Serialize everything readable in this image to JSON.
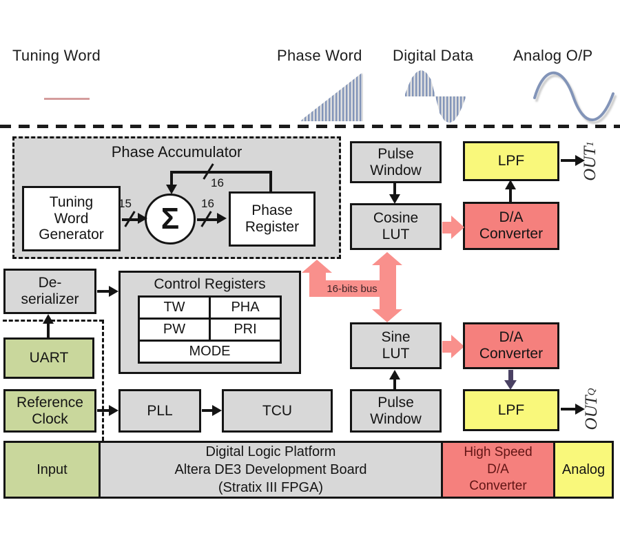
{
  "legend": {
    "tuning_word": "Tuning Word",
    "phase_word": "Phase Word",
    "digital_data": "Digital Data",
    "analog_op": "Analog O/P"
  },
  "phase_accumulator": {
    "title": "Phase Accumulator",
    "tuning_word_generator": "Tuning\nWord\nGenerator",
    "sigma": "Σ",
    "phase_register": "Phase\nRegister",
    "bus_width_in": "15",
    "bus_width_out": "16",
    "bus_width_feedback": "16"
  },
  "blocks": {
    "pulse_window_top": "Pulse\nWindow",
    "cosine_lut": "Cosine\nLUT",
    "lpf_top": "LPF",
    "da_converter_top": "D/A\nConverter",
    "deserializer": "De-\nserializer",
    "uart": "UART",
    "reference_clock": "Reference\nClock",
    "pll": "PLL",
    "tcu": "TCU",
    "sine_lut": "Sine\nLUT",
    "pulse_window_bottom": "Pulse\nWindow",
    "da_converter_bottom": "D/A\nConverter",
    "lpf_bottom": "LPF"
  },
  "control_registers": {
    "title": "Control Registers",
    "cells": [
      [
        "TW",
        "PHA"
      ],
      [
        "PW",
        "PRI"
      ]
    ],
    "mode": "MODE"
  },
  "bus_label": "16-bits bus",
  "outputs": {
    "out_i": {
      "text": "OUT",
      "sub": "1"
    },
    "out_q": {
      "text": "OUT",
      "sub": "Q"
    }
  },
  "platform_bar": {
    "input": "Input",
    "digital": "Digital Logic Platform\nAltera DE3 Development Board\n(Stratix III FPGA)",
    "high_speed_da": "High Speed\nD/A\nConverter",
    "analog": "Analog"
  },
  "colors": {
    "block_gray": "#d8d8d8",
    "block_green": "#c9d79c",
    "block_yellow": "#f9f87b",
    "block_red": "#f5807d",
    "bus_pink": "#f9908c",
    "arrow_purple": "#4a4163",
    "waveform_blue": "#8294b8",
    "tuning_line_red": "#d49c9c"
  }
}
